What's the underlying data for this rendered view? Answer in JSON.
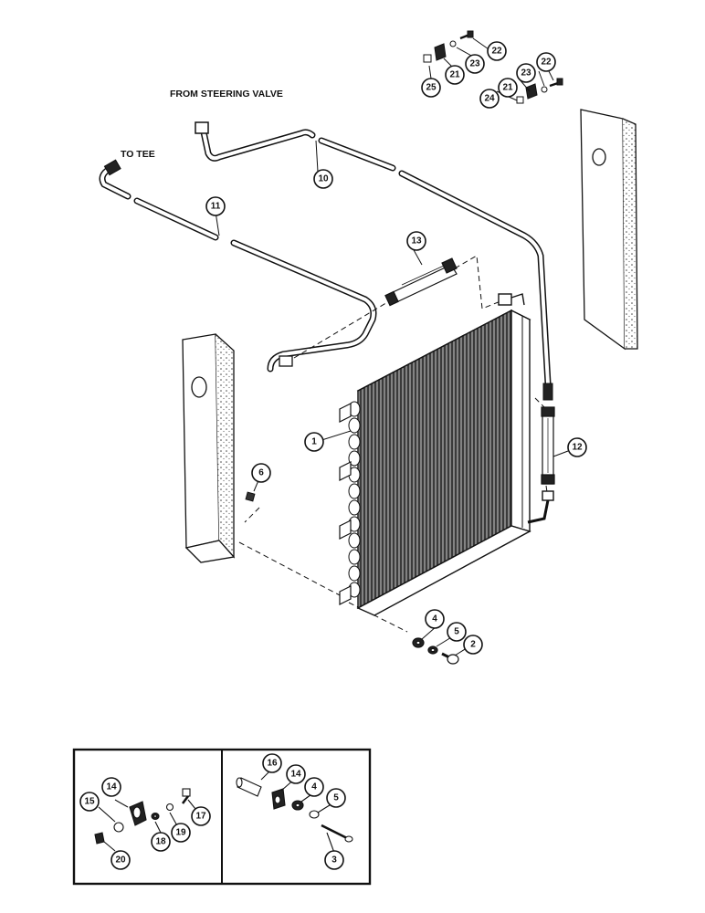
{
  "labels": {
    "from_steering_valve": "FROM STEERING VALVE",
    "to_tee": "TO TEE"
  },
  "callouts": {
    "c1": "1",
    "c2": "2",
    "c3": "3",
    "c4a": "4",
    "c4b": "4",
    "c5a": "5",
    "c5b": "5",
    "c6": "6",
    "c10": "10",
    "c11": "11",
    "c12": "12",
    "c13": "13",
    "c14a": "14",
    "c14b": "14",
    "c15": "15",
    "c16": "16",
    "c17": "17",
    "c18": "18",
    "c19": "19",
    "c20": "20",
    "c21a": "21",
    "c21b": "21",
    "c22a": "22",
    "c22b": "22",
    "c23a": "23",
    "c23b": "23",
    "c24": "24",
    "c25": "25"
  }
}
